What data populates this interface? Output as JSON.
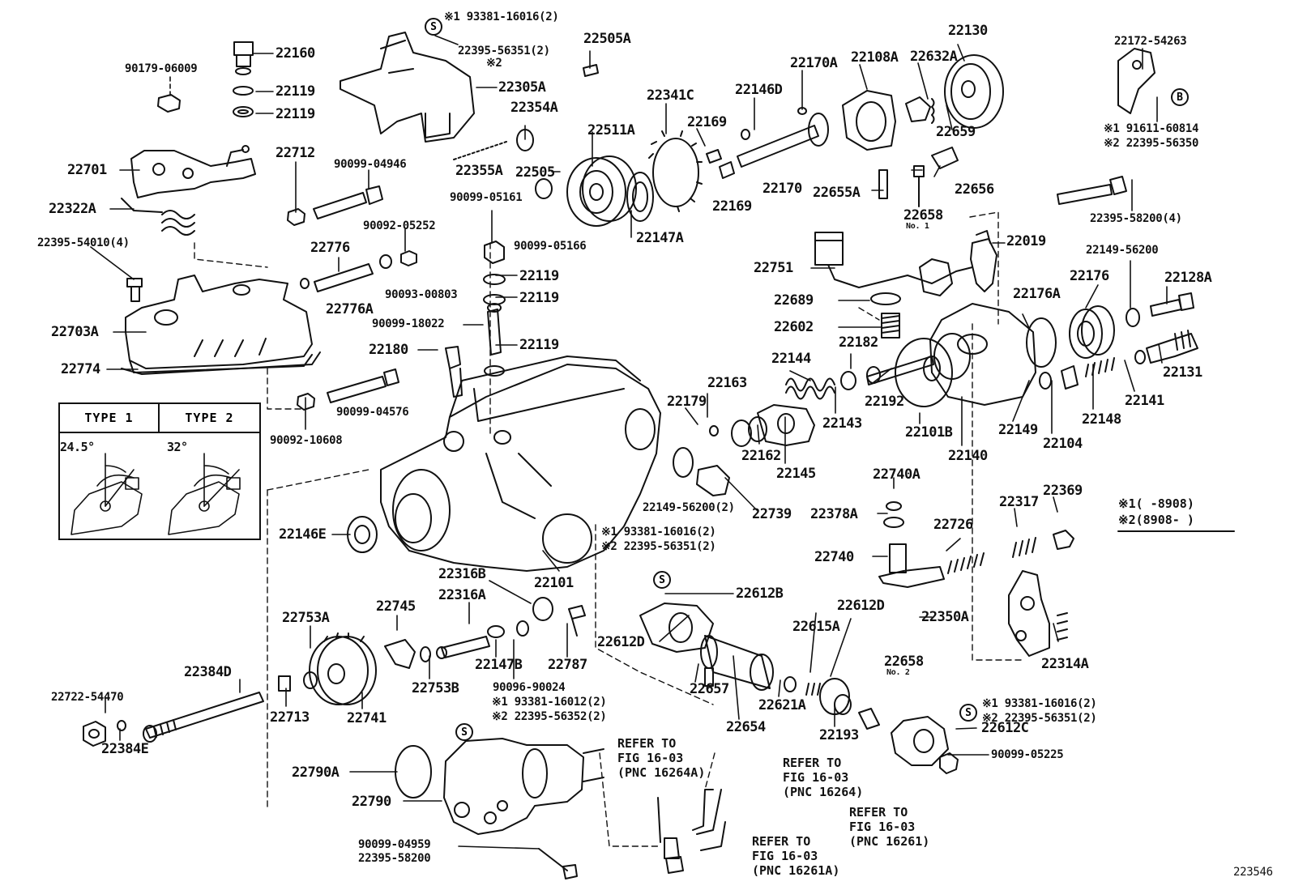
{
  "figure_id": "223546",
  "types": {
    "type1": "TYPE 1",
    "type2": "TYPE 2",
    "angle1": "24.5°",
    "angle2": "32°"
  },
  "legend": {
    "line1": "※1(      -8908)",
    "line2": "※2(8908-      )"
  },
  "symbols": {
    "s": "S",
    "b": "B"
  },
  "labels": {
    "p22160": "22160",
    "p90179_06009": "90179-06009",
    "p22119_a": "22119",
    "p22119_b": "22119",
    "p22701": "22701",
    "p22712": "22712",
    "p90099_04946": "90099-04946",
    "p22322A": "22322A",
    "p22395_54010": "22395-54010(4)",
    "p22776": "22776",
    "p90092_05252": "90092-05252",
    "p22776A": "22776A",
    "p90093_00803": "90093-00803",
    "p22703A": "22703A",
    "p22774": "22774",
    "p90099_04576": "90099-04576",
    "p90092_10608": "90092-10608",
    "p93381_16016_top": "※1 93381-16016(2)",
    "p22395_56351_top": "22395-56351(2)",
    "p_ref2_top": "※2",
    "p22505A": "22505A",
    "p22305A": "22305A",
    "p22354A": "22354A",
    "p22355A": "22355A",
    "p22511A": "22511A",
    "p22505": "22505",
    "p90099_05161": "90099-05161",
    "p90099_05166": "90099-05166",
    "p22119_c": "22119",
    "p22119_d": "22119",
    "p90099_18022": "90099-18022",
    "p22119_e": "22119",
    "p22180": "22180",
    "p22341C": "22341C",
    "p22169_a": "22169",
    "p22169_b": "22169",
    "p22147A": "22147A",
    "p22146D": "22146D",
    "p22170A": "22170A",
    "p22108A": "22108A",
    "p22632A": "22632A",
    "p22130": "22130",
    "p22659": "22659",
    "p22170": "22170",
    "p22655A": "22655A",
    "p22658": "22658",
    "p_no1": "No. 1",
    "p22656": "22656",
    "p22172_54263": "22172-54263",
    "p91611_60814": "※1 91611-60814",
    "p22395_56350": "※2 22395-56350",
    "p22395_58200_4": "22395-58200(4)",
    "p22019": "22019",
    "p22751": "22751",
    "p22689": "22689",
    "p22602": "22602",
    "p22149_56200": "22149-56200",
    "p22176": "22176",
    "p22128A": "22128A",
    "p22176A": "22176A",
    "p22144": "22144",
    "p22182": "22182",
    "p22163": "22163",
    "p22179": "22179",
    "p22143": "22143",
    "p22192": "22192",
    "p22101B": "22101B",
    "p22140": "22140",
    "p22149": "22149",
    "p22104": "22104",
    "p22148": "22148",
    "p22141": "22141",
    "p22131": "22131",
    "p22162": "22162",
    "p22145": "22145",
    "p22149_56200_2": "22149-56200(2)",
    "p22739": "22739",
    "p22740A": "22740A",
    "p22378A": "22378A",
    "p22726": "22726",
    "p22317": "22317",
    "p22369": "22369",
    "p22740": "22740",
    "p22146E": "22146E",
    "p93381_16016_mid": "※1 93381-16016(2)",
    "p22395_56351_mid": "※2 22395-56351(2)",
    "p22101": "22101",
    "p22316B": "22316B",
    "p22316A": "22316A",
    "p22612B": "22612B",
    "p22350A": "22350A",
    "p22753A": "22753A",
    "p22745": "22745",
    "p22384D": "22384D",
    "p22147B": "22147B",
    "p22787": "22787",
    "p22612D_a": "22612D",
    "p22612D_b": "22612D",
    "p22615A": "22615A",
    "p22658_2": "22658",
    "p_no2": "No. 2",
    "p22314A": "22314A",
    "p22722_54470": "22722-54470",
    "p22713": "22713",
    "p22741": "22741",
    "p22753B": "22753B",
    "p90096_90024": "90096-90024",
    "p93381_16012": "※1 93381-16012(2)",
    "p22395_56352": "※2 22395-56352(2)",
    "p22657": "22657",
    "p22621A": "22621A",
    "p22193": "22193",
    "p22654": "22654",
    "p93381_16016_bot": "※1  93381-16016(2)",
    "p22395_56351_bot": "※2  22395-56351(2)",
    "p22612C": "22612C",
    "p90099_05225": "90099-05225",
    "p22384E": "22384E",
    "p22790A": "22790A",
    "p22790": "22790",
    "p90099_04959": "90099-04959",
    "p22395_58200": "22395-58200"
  },
  "refers": {
    "r1": {
      "l1": "REFER TO",
      "l2": "FIG 16-03",
      "l3": "(PNC 16264A)"
    },
    "r2": {
      "l1": "REFER TO",
      "l2": "FIG 16-03",
      "l3": "(PNC 16264)"
    },
    "r3": {
      "l1": "REFER TO",
      "l2": "FIG 16-03",
      "l3": "(PNC 16261)"
    },
    "r4": {
      "l1": "REFER TO",
      "l2": "FIG 16-03",
      "l3": "(PNC 16261A)"
    }
  }
}
